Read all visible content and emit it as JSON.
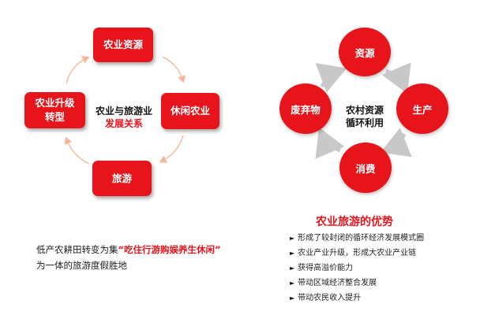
{
  "left_cycle": {
    "top": "农业资源",
    "right": "休闲农业",
    "bottom": "旅游",
    "left": "农业升级转型",
    "center_line1": "农业与旅游业",
    "center_line2": "发展关系"
  },
  "right_cycle": {
    "top": "资源",
    "right": "生产",
    "bottom": "消费",
    "left": "废弃物",
    "center_line1": "农村资源",
    "center_line2": "循环利用"
  },
  "description": {
    "prefix": "低产农耕田转变为集",
    "highlight": "“吃住行游购娱养生休闲”",
    "suffix": "为一体的旅游度假胜地"
  },
  "advantages": {
    "title": "农业旅游的优势",
    "items": [
      "形成了较封闭的循环经济发展模式圈",
      "农业产业升级，形成大农业产业链",
      "获得高溢价能力",
      "带动区域经济整合发展",
      "带动农民收入提升"
    ]
  },
  "colors": {
    "accent": "#e8141b",
    "arrow_left": "#f2b89a",
    "arrow_right": "#c8c8c8"
  }
}
